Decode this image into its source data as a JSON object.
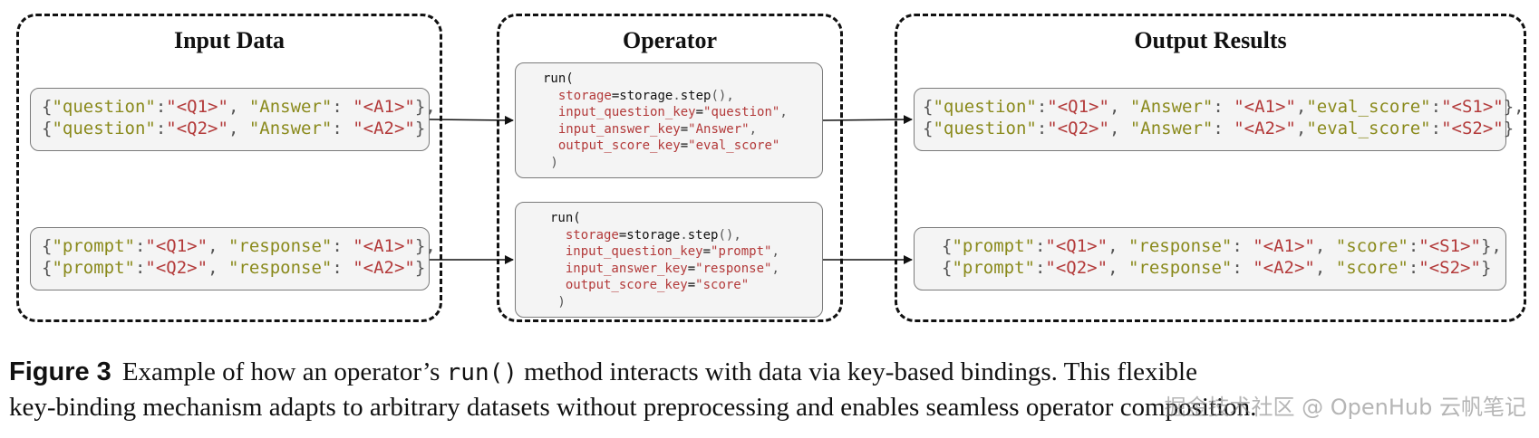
{
  "titles": {
    "input": "Input Data",
    "operator": "Operator",
    "output": "Output Results"
  },
  "input_boxes": [
    {
      "lines": [
        [
          [
            "{",
            "punc"
          ],
          [
            "\"question\"",
            "key"
          ],
          [
            ":",
            "punc"
          ],
          [
            "\"<Q1>\"",
            "val"
          ],
          [
            ", ",
            "punc"
          ],
          [
            "\"Answer\"",
            "key"
          ],
          [
            ": ",
            "punc"
          ],
          [
            "\"<A1>\"",
            "val"
          ],
          [
            "},",
            "punc"
          ]
        ],
        [
          [
            "{",
            "punc"
          ],
          [
            "\"question\"",
            "key"
          ],
          [
            ":",
            "punc"
          ],
          [
            "\"<Q2>\"",
            "val"
          ],
          [
            ", ",
            "punc"
          ],
          [
            "\"Answer\"",
            "key"
          ],
          [
            ": ",
            "punc"
          ],
          [
            "\"<A2>\"",
            "val"
          ],
          [
            "}",
            "punc"
          ]
        ]
      ]
    },
    {
      "lines": [
        [
          [
            "{",
            "punc"
          ],
          [
            "\"prompt\"",
            "key"
          ],
          [
            ":",
            "punc"
          ],
          [
            "\"<Q1>\"",
            "val"
          ],
          [
            ", ",
            "punc"
          ],
          [
            "\"response\"",
            "key"
          ],
          [
            ": ",
            "punc"
          ],
          [
            "\"<A1>\"",
            "val"
          ],
          [
            "},",
            "punc"
          ]
        ],
        [
          [
            "{",
            "punc"
          ],
          [
            "\"prompt\"",
            "key"
          ],
          [
            ":",
            "punc"
          ],
          [
            "\"<Q2>\"",
            "val"
          ],
          [
            ", ",
            "punc"
          ],
          [
            "\"response\"",
            "key"
          ],
          [
            ": ",
            "punc"
          ],
          [
            "\"<A2>\"",
            "val"
          ],
          [
            "}",
            "punc"
          ]
        ]
      ]
    }
  ],
  "operator_boxes": [
    {
      "lines": [
        [
          [
            "run(",
            "fn"
          ]
        ],
        [
          [
            "  storage",
            "val"
          ],
          [
            "=",
            "fn"
          ],
          [
            "storage",
            "fn"
          ],
          [
            ".",
            "punc"
          ],
          [
            "step",
            "fn"
          ],
          [
            "(),",
            "punc"
          ]
        ],
        [
          [
            "  input_question_key",
            "val"
          ],
          [
            "=",
            "fn"
          ],
          [
            "\"question\"",
            "val"
          ],
          [
            ",",
            "punc"
          ]
        ],
        [
          [
            "  input_answer_key",
            "val"
          ],
          [
            "=",
            "fn"
          ],
          [
            "\"Answer\"",
            "val"
          ],
          [
            ",",
            "punc"
          ]
        ],
        [
          [
            "  output_score_key",
            "val"
          ],
          [
            "=",
            "fn"
          ],
          [
            "\"eval_score\"",
            "val"
          ]
        ],
        [
          [
            " )",
            "punc"
          ]
        ]
      ]
    },
    {
      "lines": [
        [
          [
            "run(",
            "fn"
          ]
        ],
        [
          [
            "  storage",
            "val"
          ],
          [
            "=",
            "fn"
          ],
          [
            "storage",
            "fn"
          ],
          [
            ".",
            "punc"
          ],
          [
            "step",
            "fn"
          ],
          [
            "(),",
            "punc"
          ]
        ],
        [
          [
            "  input_question_key",
            "val"
          ],
          [
            "=",
            "fn"
          ],
          [
            "\"prompt\"",
            "val"
          ],
          [
            ",",
            "punc"
          ]
        ],
        [
          [
            "  input_answer_key",
            "val"
          ],
          [
            "=",
            "fn"
          ],
          [
            "\"response\"",
            "val"
          ],
          [
            ",",
            "punc"
          ]
        ],
        [
          [
            "  output_score_key",
            "val"
          ],
          [
            "=",
            "fn"
          ],
          [
            "\"score\"",
            "val"
          ]
        ],
        [
          [
            " )",
            "punc"
          ]
        ]
      ]
    }
  ],
  "output_boxes": [
    {
      "lines": [
        [
          [
            "{",
            "punc"
          ],
          [
            "\"question\"",
            "key"
          ],
          [
            ":",
            "punc"
          ],
          [
            "\"<Q1>\"",
            "val"
          ],
          [
            ", ",
            "punc"
          ],
          [
            "\"Answer\"",
            "key"
          ],
          [
            ": ",
            "punc"
          ],
          [
            "\"<A1>\"",
            "val"
          ],
          [
            ",",
            "punc"
          ],
          [
            "\"eval_score\"",
            "key"
          ],
          [
            ":",
            "punc"
          ],
          [
            "\"<S1>\"",
            "val"
          ],
          [
            "},",
            "punc"
          ]
        ],
        [
          [
            "{",
            "punc"
          ],
          [
            "\"question\"",
            "key"
          ],
          [
            ":",
            "punc"
          ],
          [
            "\"<Q2>\"",
            "val"
          ],
          [
            ", ",
            "punc"
          ],
          [
            "\"Answer\"",
            "key"
          ],
          [
            ": ",
            "punc"
          ],
          [
            "\"<A2>\"",
            "val"
          ],
          [
            ",",
            "punc"
          ],
          [
            "\"eval_score\"",
            "key"
          ],
          [
            ":",
            "punc"
          ],
          [
            "\"<S2>\"",
            "val"
          ],
          [
            "}",
            "punc"
          ]
        ]
      ]
    },
    {
      "lines": [
        [
          [
            "{",
            "punc"
          ],
          [
            "\"prompt\"",
            "key"
          ],
          [
            ":",
            "punc"
          ],
          [
            "\"<Q1>\"",
            "val"
          ],
          [
            ", ",
            "punc"
          ],
          [
            "\"response\"",
            "key"
          ],
          [
            ": ",
            "punc"
          ],
          [
            "\"<A1>\"",
            "val"
          ],
          [
            ", ",
            "punc"
          ],
          [
            "\"score\"",
            "key"
          ],
          [
            ":",
            "punc"
          ],
          [
            "\"<S1>\"",
            "val"
          ],
          [
            "},",
            "punc"
          ]
        ],
        [
          [
            "{",
            "punc"
          ],
          [
            "\"prompt\"",
            "key"
          ],
          [
            ":",
            "punc"
          ],
          [
            "\"<Q2>\"",
            "val"
          ],
          [
            ", ",
            "punc"
          ],
          [
            "\"response\"",
            "key"
          ],
          [
            ": ",
            "punc"
          ],
          [
            "\"<A2>\"",
            "val"
          ],
          [
            ", ",
            "punc"
          ],
          [
            "\"score\"",
            "key"
          ],
          [
            ":",
            "punc"
          ],
          [
            "\"<S2>\"",
            "val"
          ],
          [
            "}",
            "punc"
          ]
        ]
      ]
    }
  ],
  "caption": {
    "label": "Figure 3",
    "line1_a": "Example of how an operator’s ",
    "line1_code": "run()",
    "line1_b": " method interacts with data via key-based bindings.  This flexible",
    "line2": "key-binding mechanism adapts to arbitrary datasets without preprocessing and enables seamless operator composition."
  },
  "watermark": "掘金技术社区 @ OpenHub 云帆笔记",
  "colors": {
    "key": "#8a8a1c",
    "value": "#b33a3a",
    "punctuation": "#555555",
    "border": "#111111",
    "box_fill": "#f4f4f4"
  }
}
